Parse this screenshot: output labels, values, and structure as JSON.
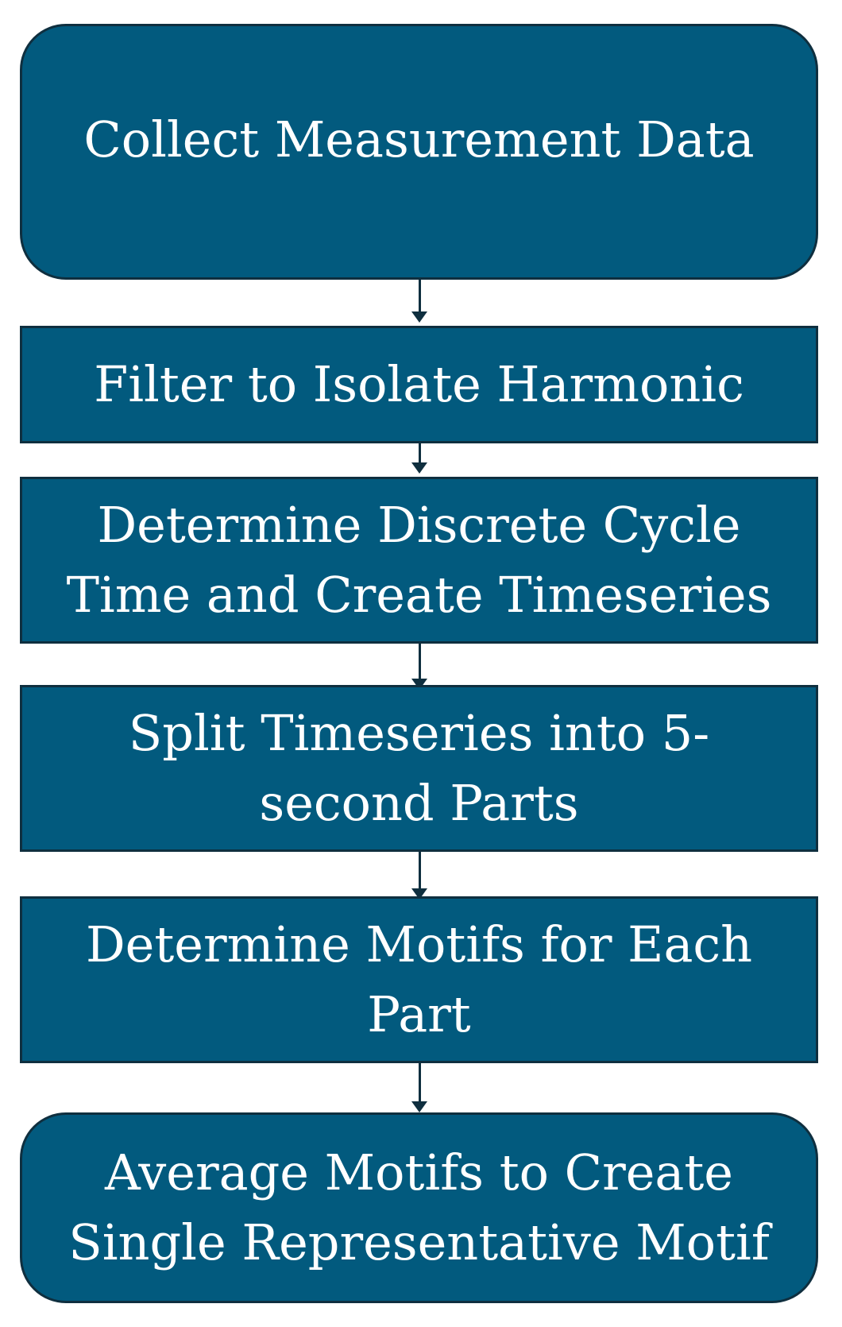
{
  "flowchart": {
    "steps": [
      {
        "text": "Collect Measurement Data"
      },
      {
        "text": "Filter to Isolate Harmonic"
      },
      {
        "text": "Determine Discrete Cycle\nTime and Create Timeseries"
      },
      {
        "text": "Split Timeseries into 5-\nsecond Parts"
      },
      {
        "text": "Determine Motifs for Each\nPart"
      },
      {
        "text": "Average Motifs to Create\nSingle Representative Motif"
      }
    ]
  },
  "colors": {
    "box_fill": "#025a7e",
    "box_border": "#0f2f3f",
    "text": "#ffffff",
    "arrow": "#0f2f3f"
  }
}
